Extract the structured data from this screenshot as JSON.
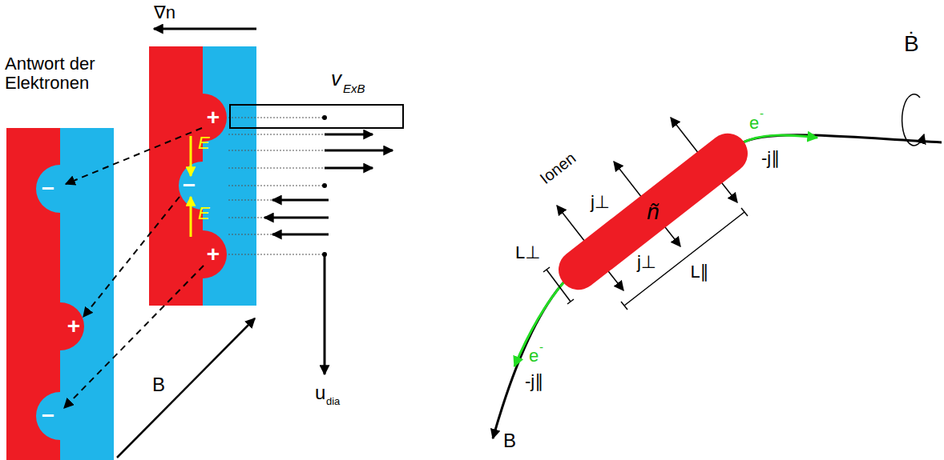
{
  "diagram": {
    "nodes": [
      {
        "text": [
          "ñ"
        ]
      }
    ],
    "labels": [
      "∇n",
      "v",
      "ExB",
      "Antwort der Elektronen",
      "+",
      "E",
      "−",
      "E",
      "+",
      "−",
      "+",
      "−",
      "B",
      "u",
      "dia",
      "Ionen",
      "j⊥",
      "j⊥",
      "e",
      "-",
      "-j∥",
      "e",
      "-",
      "-j∥",
      "L⊥",
      "L∥",
      "B",
      "Ḃ"
    ]
  }
}
